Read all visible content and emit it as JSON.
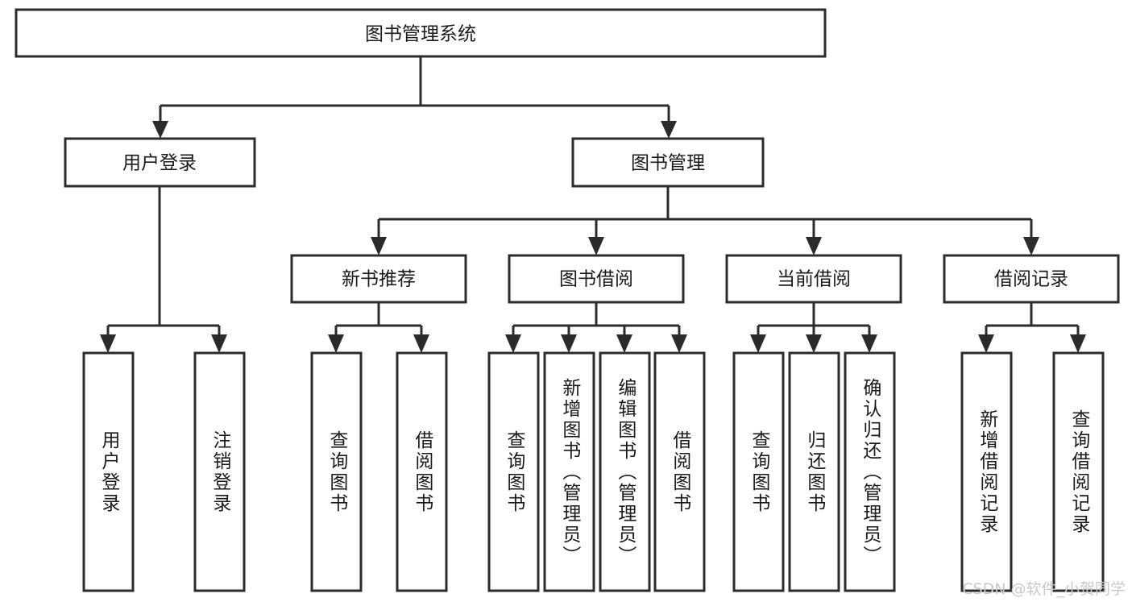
{
  "diagram": {
    "type": "tree",
    "title": "图书管理系统",
    "root": {
      "label": "图书管理系统"
    },
    "level2": [
      {
        "label": "用户登录"
      },
      {
        "label": "图书管理"
      }
    ],
    "level3": [
      {
        "label": "新书推荐"
      },
      {
        "label": "图书借阅"
      },
      {
        "label": "当前借阅"
      },
      {
        "label": "借阅记录"
      }
    ],
    "leaves": {
      "user_login": [
        {
          "label": "用户登录"
        },
        {
          "label": "注销登录"
        }
      ],
      "new_book_recommend": [
        {
          "label": "查询图书"
        },
        {
          "label": "借阅图书"
        }
      ],
      "book_borrow": [
        {
          "label": "查询图书"
        },
        {
          "label": "新增图书（管理员）"
        },
        {
          "label": "编辑图书（管理员）"
        },
        {
          "label": "借阅图书"
        }
      ],
      "current_borrow": [
        {
          "label": "查询图书"
        },
        {
          "label": "归还图书"
        },
        {
          "label": "确认归还（管理员）"
        }
      ],
      "borrow_record": [
        {
          "label": "新增借阅记录"
        },
        {
          "label": "查询借阅记录"
        }
      ]
    }
  },
  "watermark": {
    "text": "CSDN @软件_小贺同学"
  },
  "colors": {
    "background": "#ffffff",
    "stroke": "#2b2b2b",
    "text": "#1a1a1a",
    "watermark": "#c9c9c9"
  }
}
